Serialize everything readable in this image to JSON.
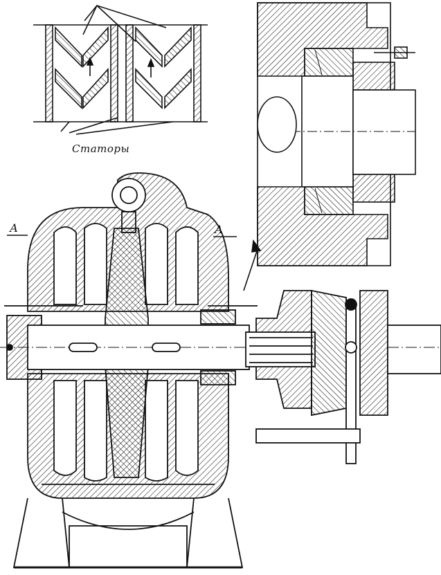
{
  "labels": {
    "stators": "Статоры",
    "section_left": "А",
    "section_right": "А"
  },
  "colors": {
    "ink": "#111111",
    "paper": "#ffffff"
  }
}
